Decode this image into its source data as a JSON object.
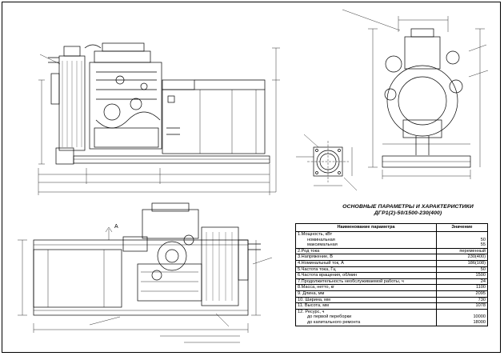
{
  "drawing": {
    "title_line1": "ОСНОВНЫЕ ПАРАМЕТРЫ И ХАРАКТЕРИСТИКИ",
    "title_line2": "ДГР1(2)-50/1500-230(400)",
    "view_letter": "А"
  },
  "params_table": {
    "header_name": "Наименование параметра",
    "header_value": "Значение",
    "rows": [
      {
        "name": "1.Мощность, кВт",
        "sub": [
          "номинальная",
          "максимальная"
        ],
        "values": [
          "50",
          "55"
        ]
      },
      {
        "name": "2.Род тока",
        "sub": [],
        "values": [
          "переменный"
        ]
      },
      {
        "name": "3.Напряжение, В",
        "sub": [],
        "values": [
          "230(400)"
        ]
      },
      {
        "name": "4.Номинальный ток, А",
        "sub": [],
        "values": [
          "186(108)"
        ]
      },
      {
        "name": "5.Частота тока, Гц",
        "sub": [],
        "values": [
          "50"
        ]
      },
      {
        "name": "6.Частота вращения, об/мин",
        "sub": [],
        "values": [
          "1500"
        ]
      },
      {
        "name": "7.Продолжительность необслуживаемой работы, ч",
        "sub": [],
        "values": [
          "24"
        ]
      },
      {
        "name": "8.Масса, нетто, кг",
        "sub": [],
        "values": [
          "1100"
        ]
      },
      {
        "name": "9. Длина, мм",
        "sub": [],
        "values": [
          "2095"
        ]
      },
      {
        "name": "10. Ширина, мм",
        "sub": [],
        "values": [
          "730"
        ]
      },
      {
        "name": "11. Высота, мм",
        "sub": [],
        "values": [
          "1078"
        ]
      },
      {
        "name": "12. Ресурс, ч",
        "sub": [
          "до первой переборки",
          "до капитального ремонта"
        ],
        "values": [
          "10000",
          "18000"
        ]
      }
    ]
  }
}
